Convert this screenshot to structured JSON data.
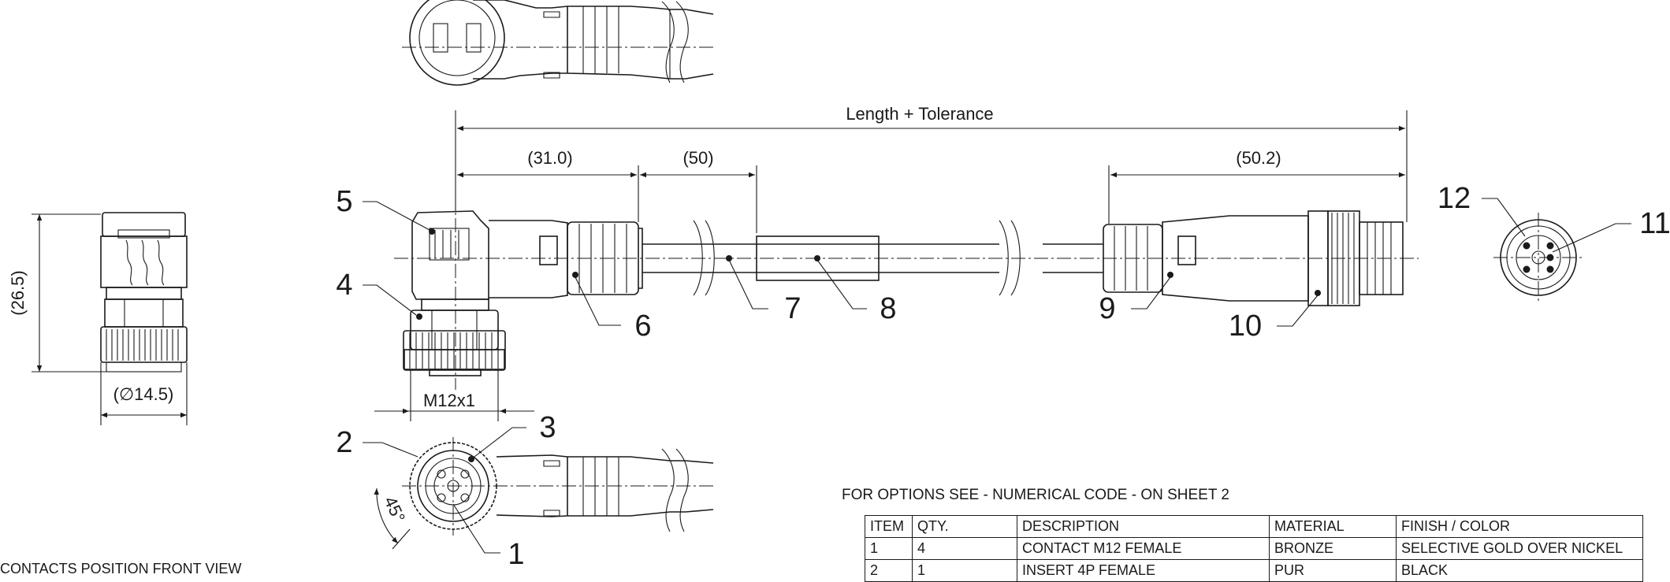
{
  "dimensions": {
    "length": "Length + Tolerance",
    "d_31": "(31.0)",
    "d_50": "(50)",
    "d_50_2": "(50.2)",
    "height": "(26.5)",
    "diameter": "(∅14.5)",
    "thread": "M12x1",
    "angle": "45°"
  },
  "balloons": {
    "b1": "1",
    "b2": "2",
    "b3": "3",
    "b4": "4",
    "b5": "5",
    "b6": "6",
    "b7": "7",
    "b8": "8",
    "b9": "9",
    "b10": "10",
    "b11": "11",
    "b12": "12"
  },
  "bom": {
    "title": "FOR OPTIONS SEE - NUMERICAL CODE - ON SHEET 2",
    "headers": [
      "ITEM",
      "QTY.",
      "DESCRIPTION",
      "MATERIAL",
      "FINISH / COLOR"
    ],
    "rows": [
      [
        "1",
        "4",
        "CONTACT M12 FEMALE",
        "BRONZE",
        "SELECTIVE GOLD OVER NICKEL"
      ],
      [
        "2",
        "1",
        "INSERT 4P FEMALE",
        "PUR",
        "BLACK"
      ]
    ]
  },
  "notes": {
    "contacts_view": "CONTACTS POSITION FRONT VIEW"
  }
}
